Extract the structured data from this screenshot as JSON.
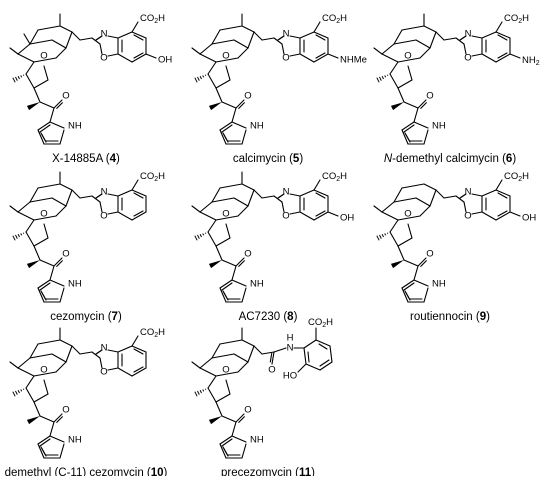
{
  "figure": {
    "compounds": [
      {
        "id": "compound-4",
        "name": "X-14885A",
        "number": "4",
        "pre": " (",
        "post": ")",
        "substituent": "OH",
        "aryl_label": "CO2H",
        "acid_label": "CO2H",
        "nh_label": "NH",
        "ketone_label": "O",
        "ring_o_label": "O",
        "benz_n_label": "N",
        "benz_o_label": "O",
        "extra_methyl": true,
        "aryl": "benzoxazole"
      },
      {
        "id": "compound-5",
        "name": "calcimycin",
        "number": "5",
        "pre": " (",
        "post": ")",
        "substituent": "NHMe",
        "aryl_label": "CO2H",
        "acid_label": "CO2H",
        "nh_label": "NH",
        "ketone_label": "O",
        "ring_o_label": "O",
        "benz_n_label": "N",
        "benz_o_label": "O",
        "extra_methyl": false,
        "aryl": "benzoxazole"
      },
      {
        "id": "compound-6",
        "name": "N-demethyl calcimycin",
        "name_italic_prefix": "N",
        "name_rest": "-demethyl calcimycin",
        "number": "6",
        "pre": " (",
        "post": ")",
        "substituent": "NH2",
        "aryl_label": "CO2H",
        "acid_label": "CO2H",
        "nh_label": "NH",
        "ketone_label": "O",
        "ring_o_label": "O",
        "benz_n_label": "N",
        "benz_o_label": "O",
        "extra_methyl": false,
        "aryl": "benzoxazole"
      },
      {
        "id": "compound-7",
        "name": "cezomycin",
        "number": "7",
        "pre": " (",
        "post": ")",
        "substituent": "",
        "aryl_label": "CO2H",
        "acid_label": "CO2H",
        "nh_label": "NH",
        "ketone_label": "O",
        "ring_o_label": "O",
        "benz_n_label": "N",
        "benz_o_label": "O",
        "extra_methyl": false,
        "aryl": "benzoxazole"
      },
      {
        "id": "compound-8",
        "name": "AC7230",
        "number": "8",
        "pre": " (",
        "post": ")",
        "substituent": "OH",
        "aryl_label": "CO2H",
        "acid_label": "CO2H",
        "nh_label": "NH",
        "ketone_label": "O",
        "ring_o_label": "O",
        "benz_n_label": "N",
        "benz_o_label": "O",
        "extra_methyl": false,
        "aryl": "benzoxazole"
      },
      {
        "id": "compound-9",
        "name": "routiennocin",
        "number": "9",
        "pre": " (",
        "post": ")",
        "substituent": "OH",
        "aryl_label": "CO2H",
        "acid_label": "CO2H",
        "nh_label": "NH",
        "ketone_label": "O",
        "ring_o_label": "O",
        "benz_n_label": "N",
        "benz_o_label": "O",
        "extra_methyl": false,
        "no_top_methyl": true,
        "aryl": "benzoxazole"
      },
      {
        "id": "compound-10",
        "name": "demethyl (C-11) cezomycin",
        "number": "10",
        "pre": " (",
        "post": ")",
        "substituent": "",
        "aryl_label": "CO2H",
        "acid_label": "CO2H",
        "nh_label": "NH",
        "ketone_label": "O",
        "ring_o_label": "O",
        "benz_n_label": "N",
        "benz_o_label": "O",
        "extra_methyl": false,
        "aryl": "benzoxazole"
      },
      {
        "id": "compound-11",
        "name": "precezomycin",
        "number": "11",
        "pre": " (",
        "post": ")",
        "substituent": "HO",
        "aryl_label": "CO2H",
        "acid_label": "CO2H",
        "nh_label": "NH",
        "ketone_label": "O",
        "ring_o_label": "O",
        "amide_o_label": "O",
        "amide_n_label": "H\nN",
        "amide_h": "H",
        "amide_n": "N",
        "extra_methyl": false,
        "aryl": "anilide"
      }
    ]
  }
}
